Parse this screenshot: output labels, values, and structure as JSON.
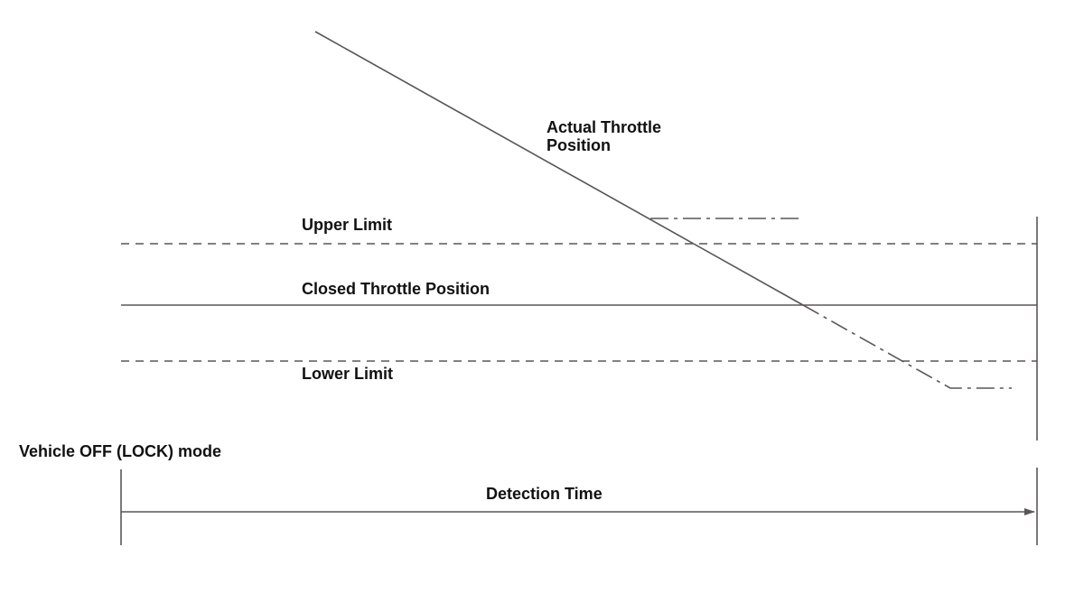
{
  "labels": {
    "actual_throttle_line1": "Actual Throttle",
    "actual_throttle_line2": "Position",
    "upper_limit": "Upper Limit",
    "closed_throttle": "Closed Throttle Position",
    "lower_limit": "Lower Limit",
    "vehicle_mode": "Vehicle OFF (LOCK) mode",
    "detection_time": "Detection Time"
  },
  "colors": {
    "line": "#5a5655",
    "text": "#111111",
    "background": "#ffffff"
  }
}
